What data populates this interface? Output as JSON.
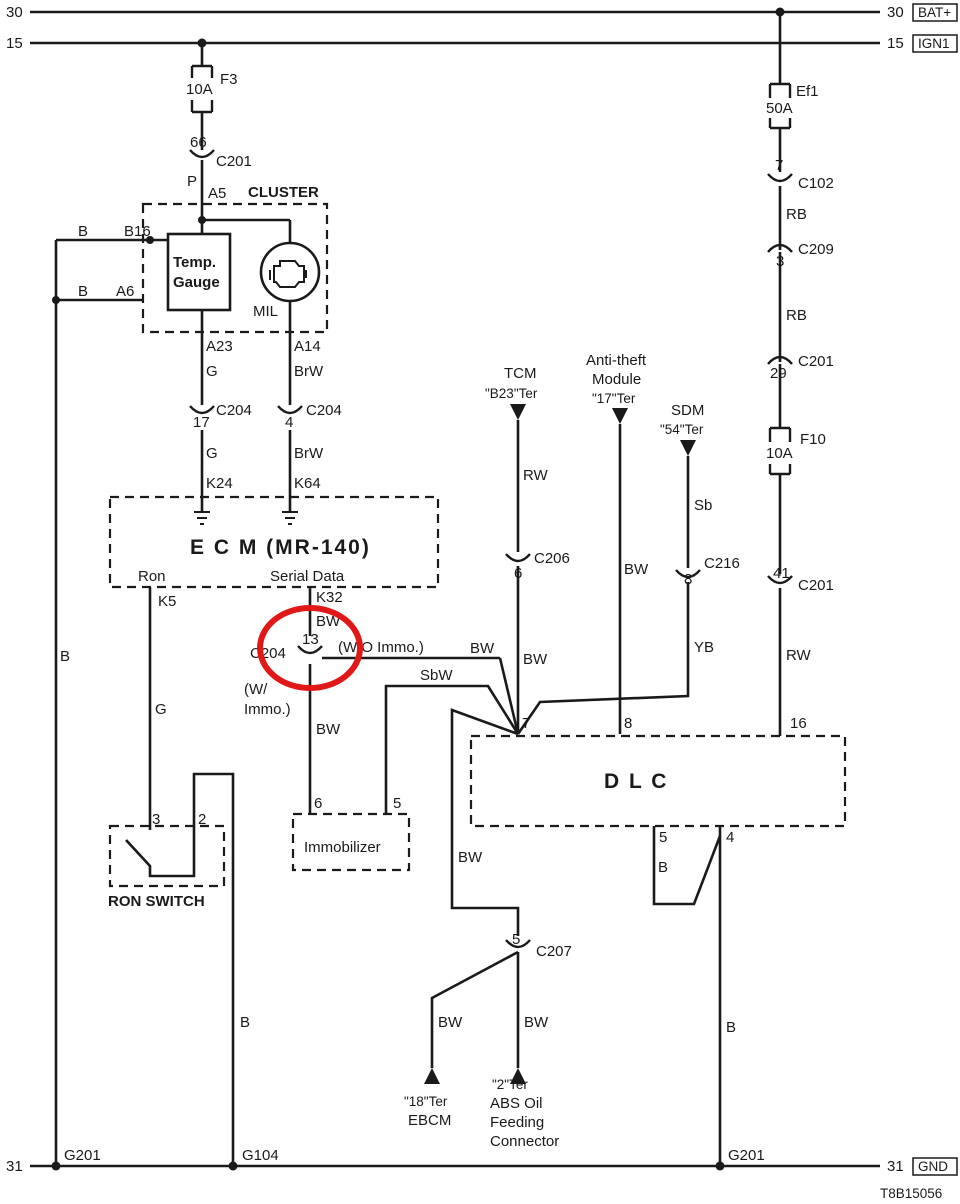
{
  "rails": {
    "bat": {
      "num_left": "30",
      "num_right": "30",
      "tag": "BAT+"
    },
    "ign": {
      "num_left": "15",
      "num_right": "15",
      "tag": "IGN1"
    },
    "gnd": {
      "num_left": "31",
      "num_right": "31",
      "tag": "GND"
    }
  },
  "fuses": {
    "f3": {
      "rating": "10A",
      "name": "F3"
    },
    "ef1": {
      "rating": "50A",
      "name": "Ef1"
    },
    "f10": {
      "rating": "10A",
      "name": "F10"
    }
  },
  "connectors": {
    "c201_cluster": {
      "pin": "66",
      "name": "C201"
    },
    "c102": {
      "pin": "7",
      "name": "C102"
    },
    "c209": {
      "pin": "3",
      "name": "C209"
    },
    "c201_b": {
      "pin": "29",
      "name": "C201"
    },
    "c201_c": {
      "pin": "41",
      "name": "C201"
    },
    "c204_a": {
      "pin": "17",
      "name": "C204"
    },
    "c204_b": {
      "pin": "4",
      "name": "C204"
    },
    "c204_c": {
      "pin": "13",
      "name": "C204"
    },
    "c206": {
      "pin": "6",
      "name": "C206"
    },
    "c216": {
      "pin": "8",
      "name": "C216"
    },
    "c207": {
      "pin": "5",
      "name": "C207"
    }
  },
  "cluster": {
    "title": "CLUSTER",
    "temp_gauge": "Temp.\nGauge",
    "temp_gauge_l1": "Temp.",
    "temp_gauge_l2": "Gauge",
    "mil": "MIL",
    "pin_a5": "A5",
    "pin_b16": "B16",
    "pin_a6": "A6",
    "pin_a23": "A23",
    "pin_a14": "A14"
  },
  "ecm": {
    "title": "E C M (MR-140)",
    "ron_label": "Ron",
    "serial_label": "Serial Data",
    "pin_k24": "K24",
    "pin_k64": "K64",
    "pin_k5": "K5",
    "pin_k32": "K32"
  },
  "wire_colors": {
    "p": "P",
    "b": "B",
    "g": "G",
    "brw": "BrW",
    "bw": "BW",
    "sbw": "SbW",
    "rb": "RB",
    "rw": "RW",
    "sb": "Sb",
    "yb": "YB"
  },
  "modules": {
    "tcm": "TCM",
    "tcm_ter": "\"B23\"Ter",
    "antitheft_l1": "Anti-theft",
    "antitheft_l2": "Module",
    "antitheft_ter": "\"17\"Ter",
    "sdm": "SDM",
    "sdm_ter": "\"54\"Ter",
    "ebcm_ter": "\"18\"Ter",
    "ebcm": "EBCM",
    "abs_ter": "\"2\"Ter",
    "abs_l1": "ABS Oil",
    "abs_l2": "Feeding",
    "abs_l3": "Connector"
  },
  "immo": {
    "w_immo": "(W/O Immo.)",
    "with_immo_l1": "(W/",
    "with_immo_l2": "Immo.)",
    "name": "Immobilizer",
    "pin6": "6",
    "pin5": "5"
  },
  "dlc": {
    "title": "D L C",
    "pin7": "7",
    "pin8": "8",
    "pin16": "16",
    "pin5": "5",
    "pin4": "4"
  },
  "ron_switch": {
    "title": "RON SWITCH",
    "pin3": "3",
    "pin2": "2"
  },
  "grounds": {
    "g201_left": "G201",
    "g104": "G104",
    "g201_right": "G201"
  },
  "figure_id": "T8B15056"
}
